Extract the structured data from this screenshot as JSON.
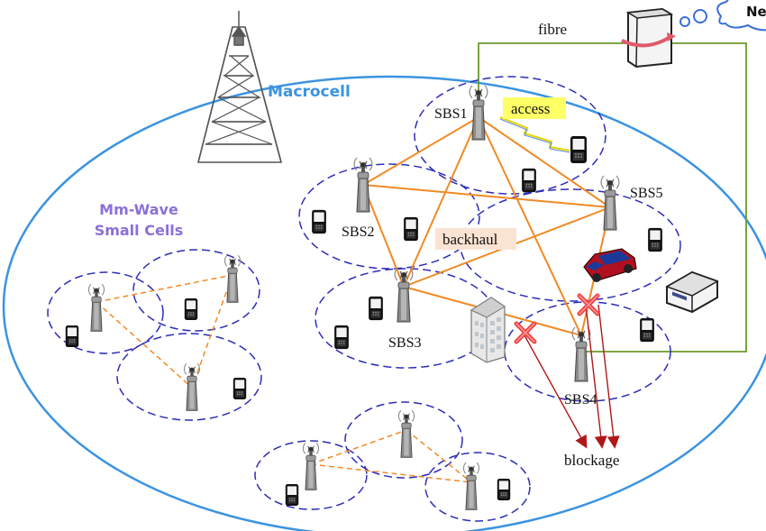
{
  "labels": {
    "macrocell": "Macrocell",
    "mmwave_line1": "Mm-Wave",
    "mmwave_line2": "Small Cells",
    "fibre": "fibre",
    "access": "access",
    "backhaul": "backhaul",
    "blockage": "blockage",
    "network_partial": "Ne",
    "sbs1": "SBS1",
    "sbs2": "SBS2",
    "sbs3": "SBS3",
    "sbs4": "SBS4",
    "sbs5": "SBS5"
  },
  "colors": {
    "macrocell_border": "#3b94e0",
    "macrocell_text": "#3b94e0",
    "small_cell_text": "#8a70d8",
    "cell_dashed": "#2d2db8",
    "backhaul_link": "#f08a24",
    "fibre_link": "#6c9a2c",
    "access_bg": "#ffff66",
    "backhaul_bg": "#fbe3d3",
    "blockage_arrow": "#b01818",
    "blocked_x": "#ee4444",
    "cloud_outline": "#3a6fd8",
    "car_blue": "#1a3a9a"
  },
  "icons": [
    "macro-tower-icon",
    "small-cell-tower-icon",
    "mobile-phone-icon",
    "router-icon",
    "building-icon",
    "car-icon",
    "cloud-icon",
    "blocked-x-icon"
  ]
}
